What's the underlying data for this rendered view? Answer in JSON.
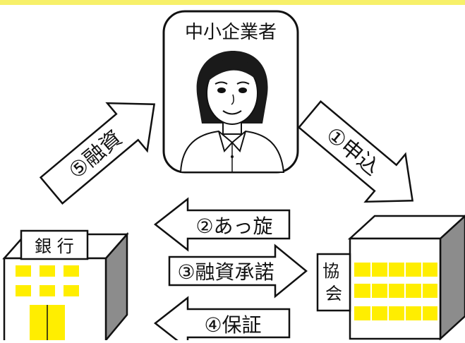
{
  "colors": {
    "top_band": "#f7f06a",
    "window_yellow": "#ffee00",
    "building_side": "#8c8c8c",
    "outline": "#111111"
  },
  "icons": [
    "person-portrait-icon",
    "bank-building-icon",
    "association-building-icon"
  ],
  "entities": {
    "smb_owner": "中小企業者",
    "bank": "銀 行",
    "association": "協\n会"
  },
  "flows": [
    {
      "step": "①",
      "label": "申込"
    },
    {
      "step": "②",
      "label": "あっ旋"
    },
    {
      "step": "③",
      "label": "融資承諾"
    },
    {
      "step": "④",
      "label": "保証"
    },
    {
      "step": "⑤",
      "label": "融資"
    }
  ]
}
